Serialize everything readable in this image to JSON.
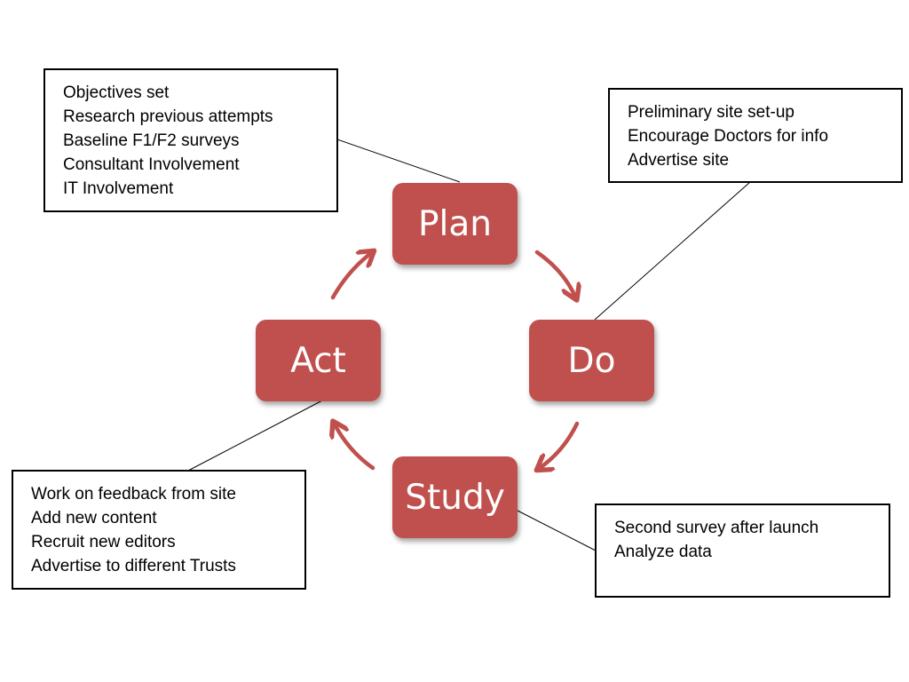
{
  "colors": {
    "stage_fill": "#C0504D",
    "stage_text": "#FFFFFF",
    "arrow": "#C0504D",
    "note_border": "#000000",
    "connector": "#000000"
  },
  "stages": {
    "plan": "Plan",
    "do": "Do",
    "study": "Study",
    "act": "Act"
  },
  "notes": {
    "plan": [
      "Objectives set",
      "Research previous attempts",
      "Baseline F1/F2 surveys",
      "Consultant Involvement",
      "IT Involvement"
    ],
    "do": [
      "Preliminary site set-up",
      "Encourage Doctors for info",
      "Advertise site"
    ],
    "study": [
      "Second survey after launch",
      "Analyze data"
    ],
    "act": [
      "Work on feedback from site",
      "Add new content",
      "Recruit new editors",
      "Advertise to different Trusts"
    ]
  }
}
